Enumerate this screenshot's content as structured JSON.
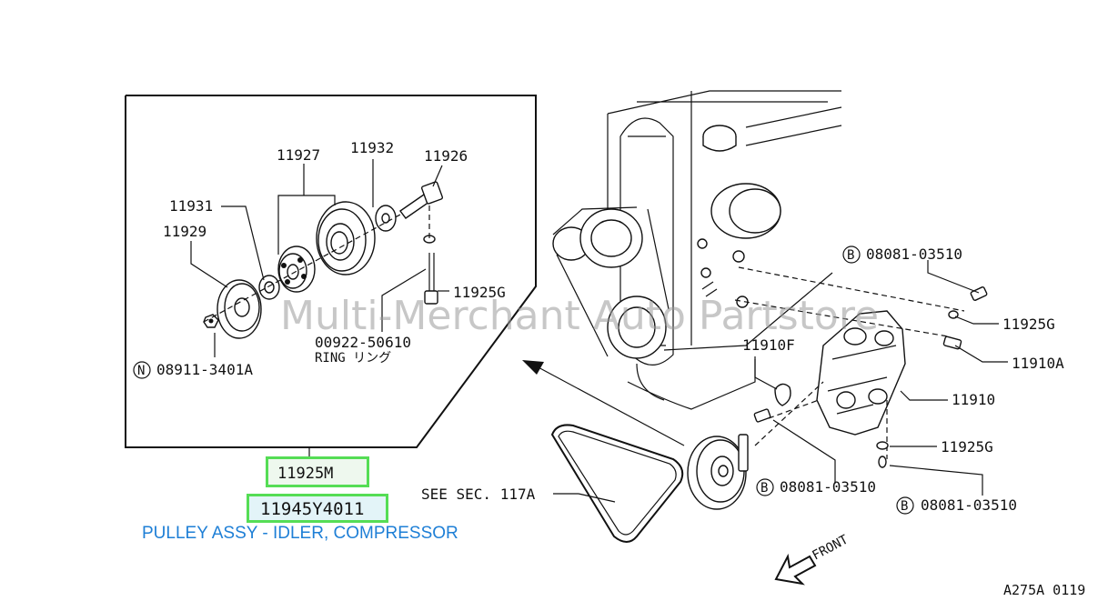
{
  "watermark": "Multi-Merchant Auto Partstore",
  "part_numbers": {
    "highlight_primary": "11925M",
    "highlight_secondary": "11945Y4011",
    "description": "PULLEY ASSY - IDLER, COMPRESSOR"
  },
  "diagram_code": "A275A 0119",
  "callouts": {
    "c11927": "11927",
    "c11932": "11932",
    "c11926": "11926",
    "c11931": "11931",
    "c11929": "11929",
    "c11925G_inset": "11925G",
    "c00922": "00922-50610",
    "ring": "RING リング",
    "n_prefix": "N",
    "c08911": "08911-3401A",
    "b_prefix": "B",
    "c08081_top": "08081-03510",
    "c11925G_top": "11925G",
    "c11910A": "11910A",
    "c11910F": "11910F",
    "c11910": "11910",
    "c11925G_bottom": "11925G",
    "c08081_mid": "08081-03510",
    "c08081_bottom": "08081-03510",
    "see_sec": "SEE SEC. 117A",
    "front": "FRONT"
  },
  "colors": {
    "highlight_border": "#55dd55",
    "description_text": "#1e7fd6",
    "line_art": "#111111"
  }
}
